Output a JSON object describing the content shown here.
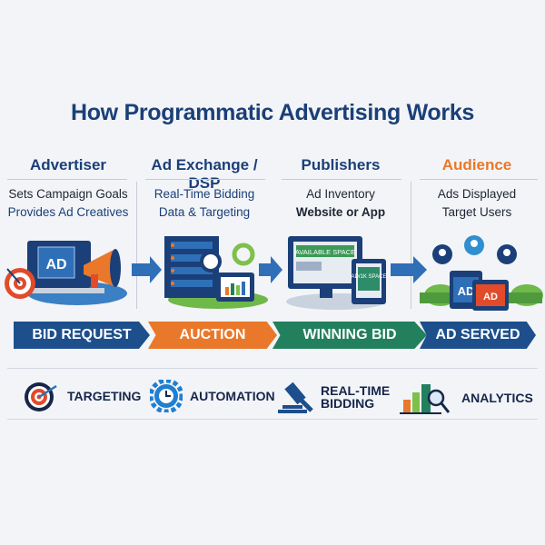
{
  "title": "How Programmatic Advertising Works",
  "columns": [
    {
      "heading": "Advertiser",
      "lines": [
        "Sets Campaign Goals",
        "Provides Ad Creatives"
      ],
      "screen_label": "AD"
    },
    {
      "heading": "Ad Exchange / DSP",
      "lines": [
        "Real-Time Bidding",
        "Data & Targeting"
      ]
    },
    {
      "heading": "Publishers",
      "lines": [
        "Ad Inventory",
        "Website or App"
      ],
      "screen_label": "AVAILABLE SPACE",
      "tablet_label": "AD/1K SPACE"
    },
    {
      "heading": "Audience",
      "lines": [
        "Ads Displayed",
        "Target Users"
      ],
      "screen_label": "AD"
    }
  ],
  "flow": [
    {
      "label": "BID REQUEST",
      "color": "#1d4f8c"
    },
    {
      "label": "AUCTION",
      "color": "#e9782a"
    },
    {
      "label": "WINNING BID",
      "color": "#23805e"
    },
    {
      "label": "AD SERVED",
      "color": "#1d4f8c"
    }
  ],
  "features": [
    {
      "label": "TARGETING",
      "icon": "target-icon"
    },
    {
      "label": "AUTOMATION",
      "icon": "gear-clock-icon"
    },
    {
      "label_line1": "REAL-TIME",
      "label_line2": "BIDDING",
      "icon": "gavel-icon"
    },
    {
      "label": "ANALYTICS",
      "icon": "bar-chart-magnifier-icon"
    }
  ],
  "colors": {
    "navy": "#1b3f78",
    "orange": "#e9782a",
    "green": "#23805e"
  }
}
